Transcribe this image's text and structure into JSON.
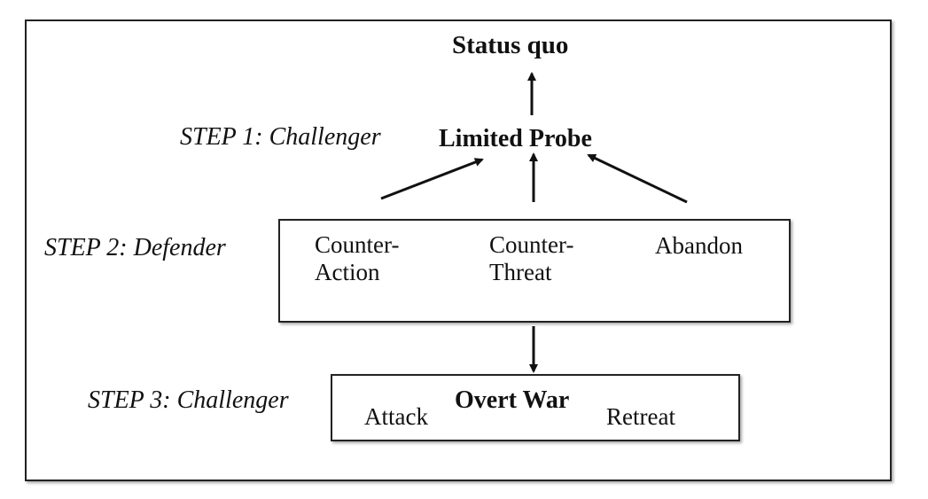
{
  "nodes": {
    "status_quo": "Status quo",
    "limited_probe": "Limited Probe",
    "overt_war": "Overt War"
  },
  "steps": {
    "step1": "STEP 1: Challenger",
    "step2": "STEP 2: Defender",
    "step3": "STEP 3: Challenger"
  },
  "defender_options": {
    "counter_action_line1": "Counter-",
    "counter_action_line2": "Action",
    "counter_threat_line1": "Counter-",
    "counter_threat_line2": "Threat",
    "abandon": "Abandon"
  },
  "challenger_options": {
    "attack": "Attack",
    "retreat": "Retreat"
  }
}
